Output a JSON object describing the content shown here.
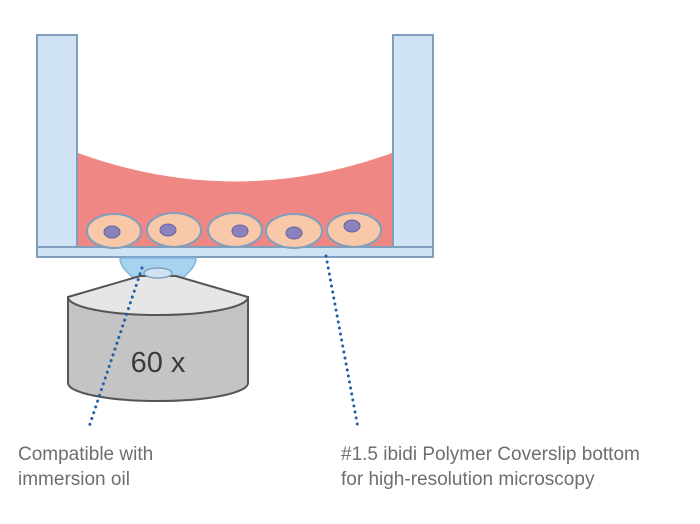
{
  "objective": {
    "magnification": "60 x"
  },
  "labels": {
    "immersion": {
      "line1": "Compatible with",
      "line2": "immersion oil"
    },
    "coverslip": {
      "line1": "#1.5 ibidi Polymer Coverslip bottom",
      "line2": "for high-resolution microscopy"
    }
  },
  "colors": {
    "wall": "#cfe3f5",
    "outline": "#7f9fbd",
    "medium": "#ef8784",
    "cell": "#f8c8a8",
    "nucleus": "#8a82bc",
    "oil": "#a8d3ef",
    "objective_side": "#c4c4c4",
    "objective_top": "#e6e6e6",
    "pointer": "#1f5fa8"
  }
}
